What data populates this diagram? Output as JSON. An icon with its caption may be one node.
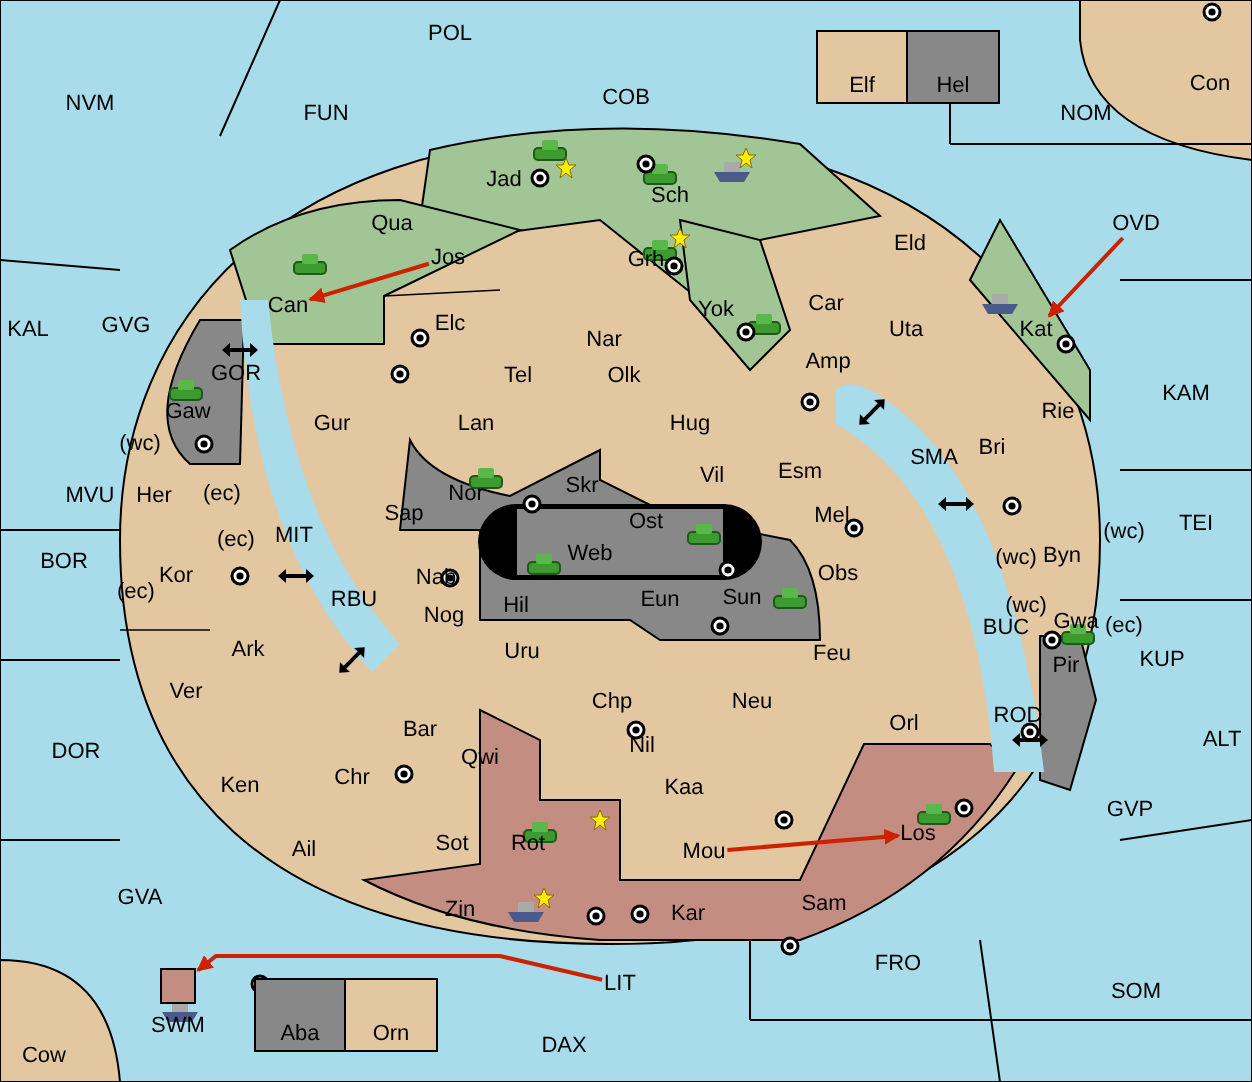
{
  "diagram": {
    "nodes": [
      {
        "text": [
          "POL"
        ]
      },
      {
        "text": [
          "Elf"
        ]
      },
      {
        "text": [
          "Hel"
        ]
      },
      {
        "text": [
          "Con"
        ]
      },
      {
        "text": [
          "NVM"
        ]
      },
      {
        "text": [
          "FUN"
        ]
      },
      {
        "text": [
          "COB"
        ]
      },
      {
        "text": [
          "NOM"
        ]
      },
      {
        "text": [
          "Jad"
        ]
      },
      {
        "text": [
          "Sch"
        ]
      },
      {
        "text": [
          "Qua"
        ]
      },
      {
        "text": [
          "Jos"
        ]
      },
      {
        "text": [
          "Grh"
        ]
      },
      {
        "text": [
          "Eld"
        ]
      },
      {
        "text": [
          "OVD"
        ]
      },
      {
        "text": [
          "Can"
        ]
      },
      {
        "text": [
          "Yok"
        ]
      },
      {
        "text": [
          "Car"
        ]
      },
      {
        "text": [
          "Kat"
        ]
      },
      {
        "text": [
          "KAL"
        ]
      },
      {
        "text": [
          "GVG"
        ]
      },
      {
        "text": [
          "Elc"
        ]
      },
      {
        "text": [
          "Nar"
        ]
      },
      {
        "text": [
          "Tel"
        ]
      },
      {
        "text": [
          "Olk"
        ]
      },
      {
        "text": [
          "Uta"
        ]
      },
      {
        "text": [
          "Amp"
        ]
      },
      {
        "text": [
          "Gaw"
        ]
      },
      {
        "text": [
          "GOR"
        ]
      },
      {
        "text": [
          "Gur"
        ]
      },
      {
        "text": [
          "Lan"
        ]
      },
      {
        "text": [
          "Hug"
        ]
      },
      {
        "text": [
          "Rie"
        ]
      },
      {
        "text": [
          "KAM"
        ]
      },
      {
        "text": [
          "MVU"
        ]
      },
      {
        "text": [
          "Her"
        ]
      },
      {
        "text": [
          "Nor"
        ]
      },
      {
        "text": [
          "Skr"
        ]
      },
      {
        "text": [
          "Vil"
        ]
      },
      {
        "text": [
          "Esm"
        ]
      },
      {
        "text": [
          "SMA"
        ]
      },
      {
        "text": [
          "Bri"
        ]
      },
      {
        "text": [
          "TEI"
        ]
      },
      {
        "text": [
          "Sap"
        ]
      },
      {
        "text": [
          "Ost"
        ]
      },
      {
        "text": [
          "Mel"
        ]
      },
      {
        "text": [
          "Byn"
        ]
      },
      {
        "text": [
          "Kor"
        ]
      },
      {
        "text": [
          "MIT"
        ]
      },
      {
        "text": [
          "Web"
        ]
      },
      {
        "text": [
          "Nab"
        ]
      },
      {
        "text": [
          "Eun"
        ]
      },
      {
        "text": [
          "Sun"
        ]
      },
      {
        "text": [
          "Obs"
        ]
      },
      {
        "text": [
          "BOR"
        ]
      },
      {
        "text": [
          "Gwa"
        ]
      },
      {
        "text": [
          "Ark"
        ]
      },
      {
        "text": [
          "Nog"
        ]
      },
      {
        "text": [
          "Hil"
        ]
      },
      {
        "text": [
          "RBU"
        ]
      },
      {
        "text": [
          "BUC"
        ]
      },
      {
        "text": [
          "KUP"
        ]
      },
      {
        "text": [
          "Pir"
        ]
      },
      {
        "text": [
          "Uru"
        ]
      },
      {
        "text": [
          "Feu"
        ]
      },
      {
        "text": [
          "Ver"
        ]
      },
      {
        "text": [
          "Bar"
        ]
      },
      {
        "text": [
          "Chp"
        ]
      },
      {
        "text": [
          "Neu"
        ]
      },
      {
        "text": [
          "Orl"
        ]
      },
      {
        "text": [
          "ROD"
        ]
      },
      {
        "text": [
          "DOR"
        ]
      },
      {
        "text": [
          "ALT"
        ]
      },
      {
        "text": [
          "Qwi"
        ]
      },
      {
        "text": [
          "Nil"
        ]
      },
      {
        "text": [
          "Ken"
        ]
      },
      {
        "text": [
          "Kaa"
        ]
      },
      {
        "text": [
          "Chr"
        ]
      },
      {
        "text": [
          "GVP"
        ]
      },
      {
        "text": [
          "Rot"
        ]
      },
      {
        "text": [
          "Los"
        ]
      },
      {
        "text": [
          "Ail"
        ]
      },
      {
        "text": [
          "Sot"
        ]
      },
      {
        "text": [
          "Mou"
        ]
      },
      {
        "text": [
          "GVA"
        ]
      },
      {
        "text": [
          "Zin"
        ]
      },
      {
        "text": [
          "Kar"
        ]
      },
      {
        "text": [
          "Sam"
        ]
      },
      {
        "text": [
          "FRO"
        ]
      },
      {
        "text": [
          "SOM"
        ]
      },
      {
        "text": [
          "LIT"
        ]
      },
      {
        "text": [
          "SWM"
        ]
      },
      {
        "text": [
          "Aba"
        ]
      },
      {
        "text": [
          "Orn"
        ]
      },
      {
        "text": [
          "DAX"
        ]
      },
      {
        "text": [
          "Cow"
        ]
      }
    ],
    "edges": [
      {
        "from": 11,
        "to": 15,
        "arrow": "to"
      },
      {
        "from": 14,
        "to": 18,
        "arrow": "to"
      },
      {
        "from": 83,
        "to": 80,
        "arrow": "to"
      },
      {
        "from": 90,
        "to": 91,
        "arrow": "to"
      }
    ],
    "labels": [
      "(wc)",
      "(ec)",
      "(ec)",
      "(ec)",
      "(wc)",
      "(wc)",
      "(wc)",
      "(ec)"
    ]
  }
}
